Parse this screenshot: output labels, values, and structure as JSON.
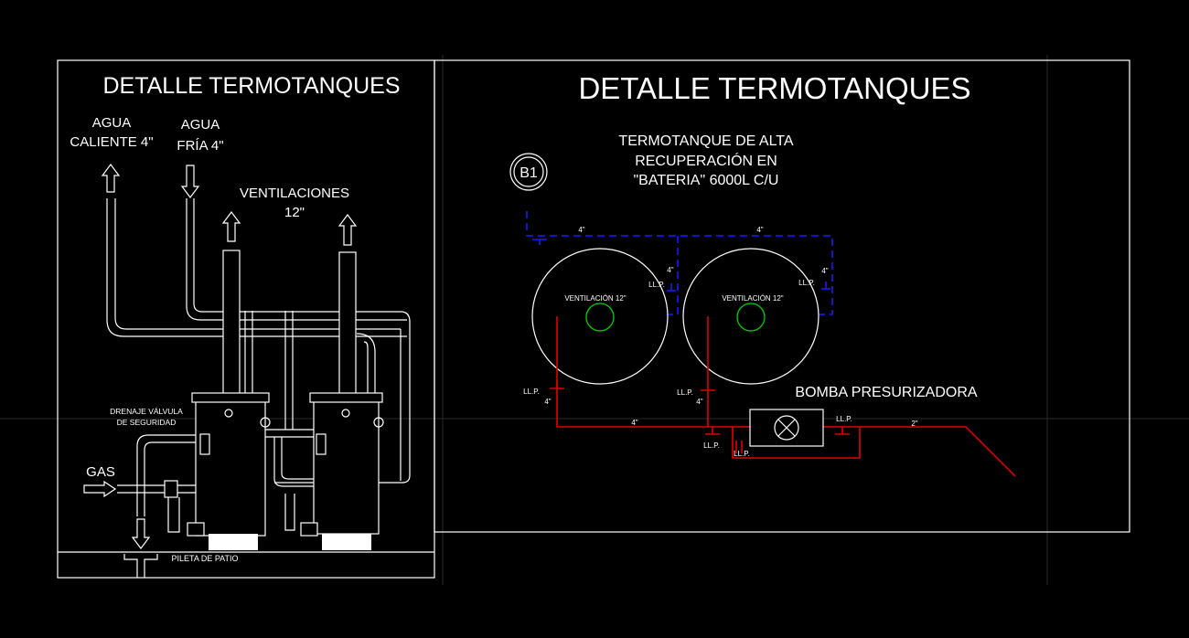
{
  "left_panel": {
    "title": "DETALLE TERMOTANQUES",
    "hot_water": [
      "AGUA",
      "CALIENTE 4\""
    ],
    "cold_water": [
      "AGUA",
      "FRÍA 4\""
    ],
    "vents": [
      "VENTILACIONES",
      "12\""
    ],
    "drain": [
      "DRENAJE VÁLVULA",
      "DE SEGURIDAD"
    ],
    "gas": "GAS",
    "patio": "PILETA DE PATIO"
  },
  "right_panel": {
    "title": "DETALLE TERMOTANQUES",
    "tank_desc": [
      "TERMOTANQUE DE ALTA",
      "RECUPERACIÓN EN",
      "\"BATERIA\" 6000L C/U"
    ],
    "tag": "B1",
    "pump": "BOMBA PRESURIZADORA",
    "vent_label": "VENTILACIÓN 12\"",
    "size_4": "4\"",
    "size_2": "2\"",
    "valve": "LL.P."
  },
  "colors": {
    "hot_line": "#e00000",
    "cold_line": "#1a1aff",
    "vent": "#00d000",
    "line": "#ffffff"
  }
}
